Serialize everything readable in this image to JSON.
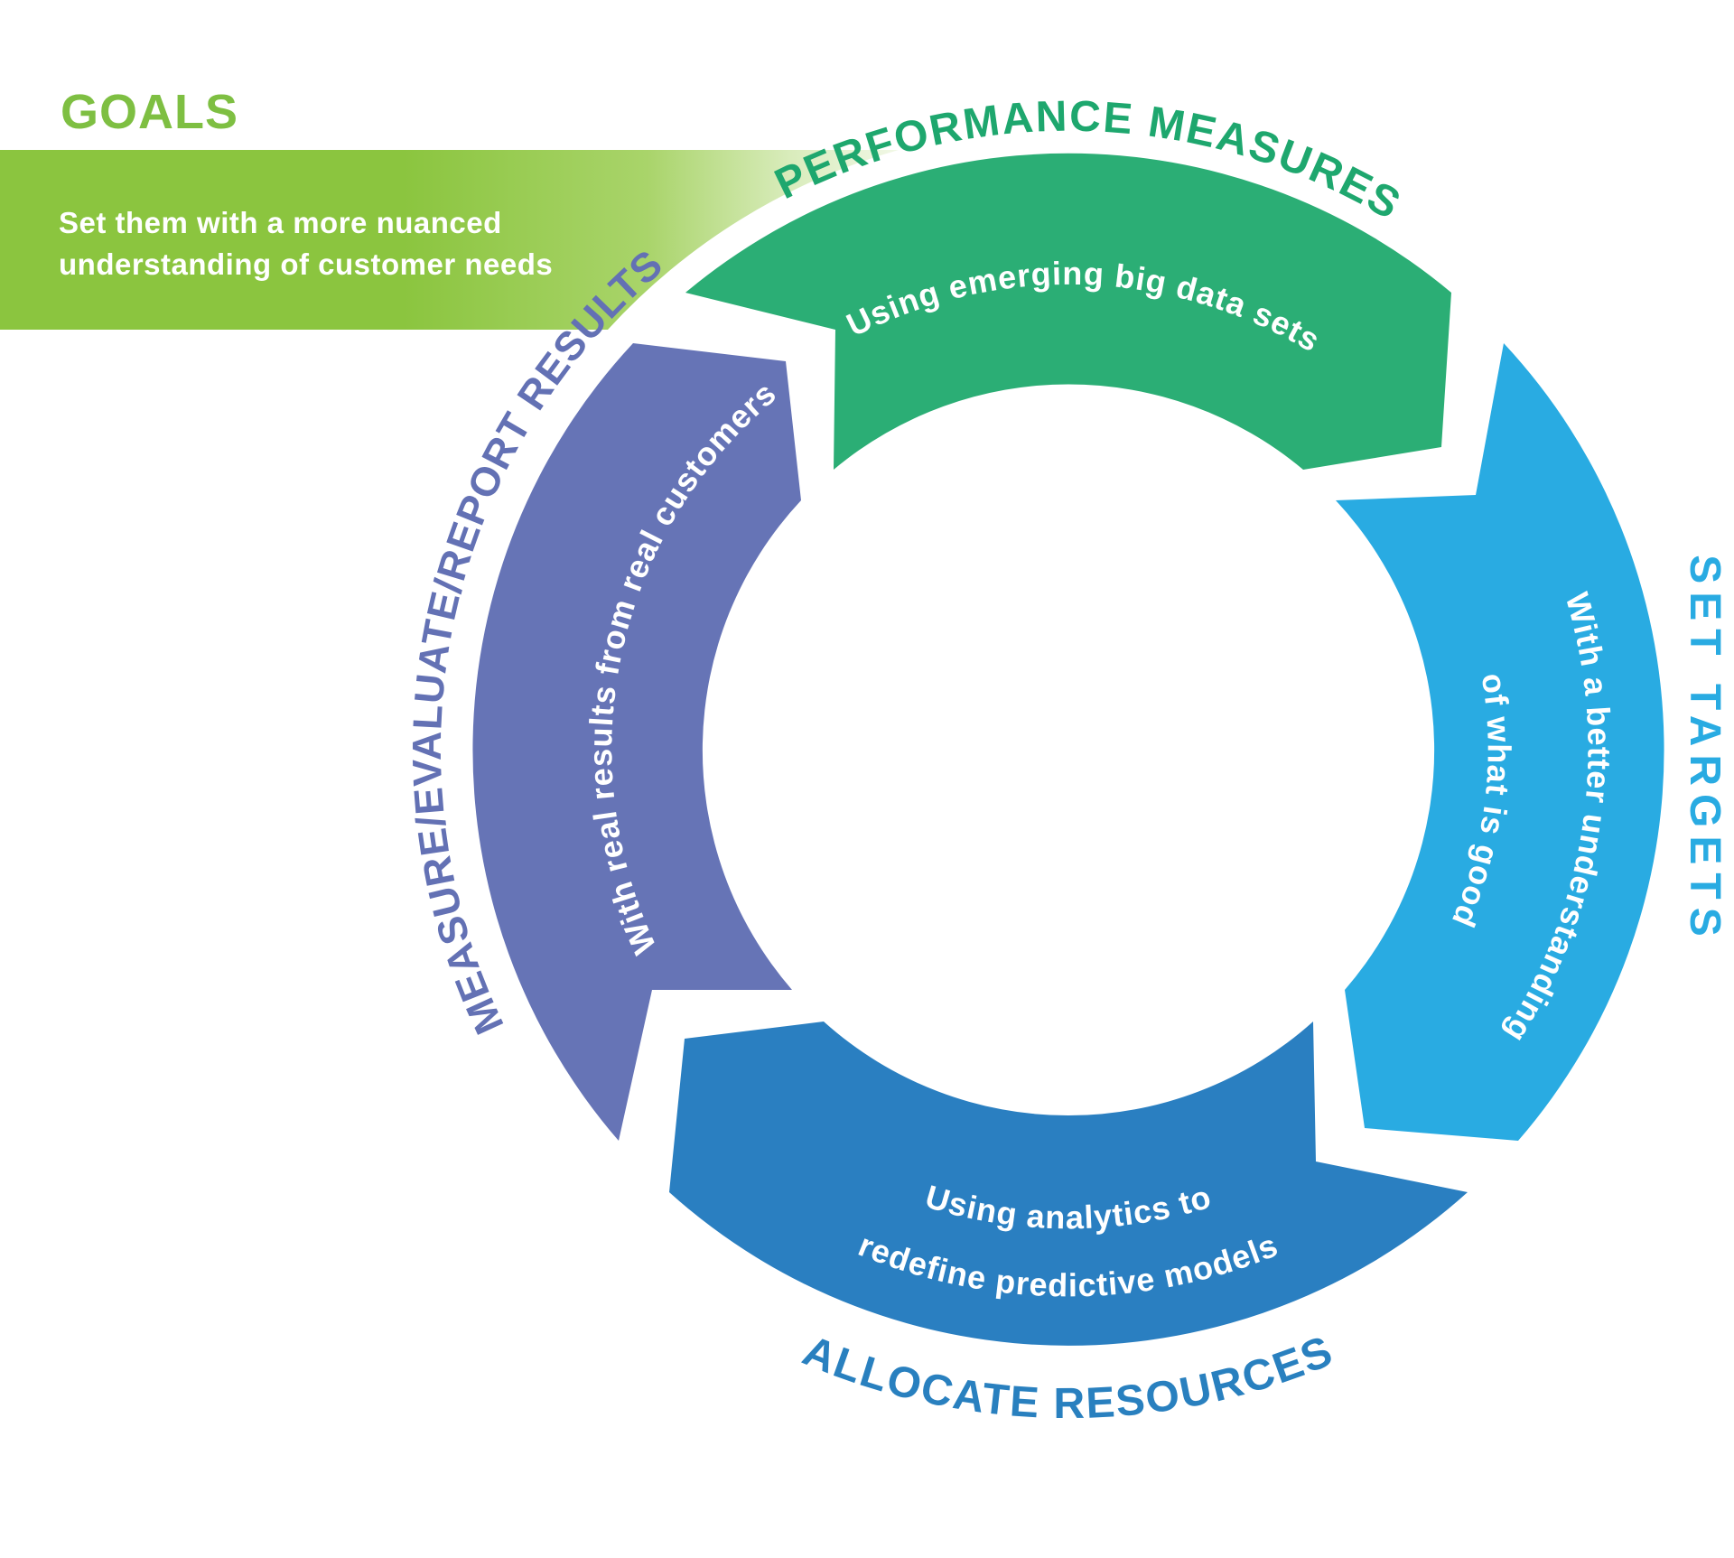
{
  "goals": {
    "title": "GOALS",
    "title_color": "#7EBF42",
    "banner_line1": "Set them with a more nuanced",
    "banner_line2": "understanding of customer needs",
    "banner_color": "#8BC53F",
    "banner_text_color": "#FFFFFF"
  },
  "cycle": {
    "caption_color": "#FFFFFF",
    "segments": {
      "performance_measures": {
        "label": "PERFORMANCE MEASURES",
        "caption": "Using emerging big data sets",
        "arc_color": "#2BAE75",
        "label_color": "#1EA76E"
      },
      "set_targets": {
        "label": "SET TARGETS",
        "caption_line1": "With a better understanding",
        "caption_line2": "of what is good",
        "arc_color": "#29ABE2",
        "label_color": "#29ABE2"
      },
      "allocate_resources": {
        "label": "ALLOCATE RESOURCES",
        "caption_line1": "Using analytics to",
        "caption_line2": "redefine predictive models",
        "arc_color": "#2A7FC1",
        "label_color": "#2980BF"
      },
      "measure_evaluate_report_results": {
        "label": "MEASURE/EVALUATE/REPORT RESULTS",
        "caption": "With real results from real customers",
        "arc_color": "#6674B6",
        "label_color": "#6371B4"
      }
    }
  }
}
